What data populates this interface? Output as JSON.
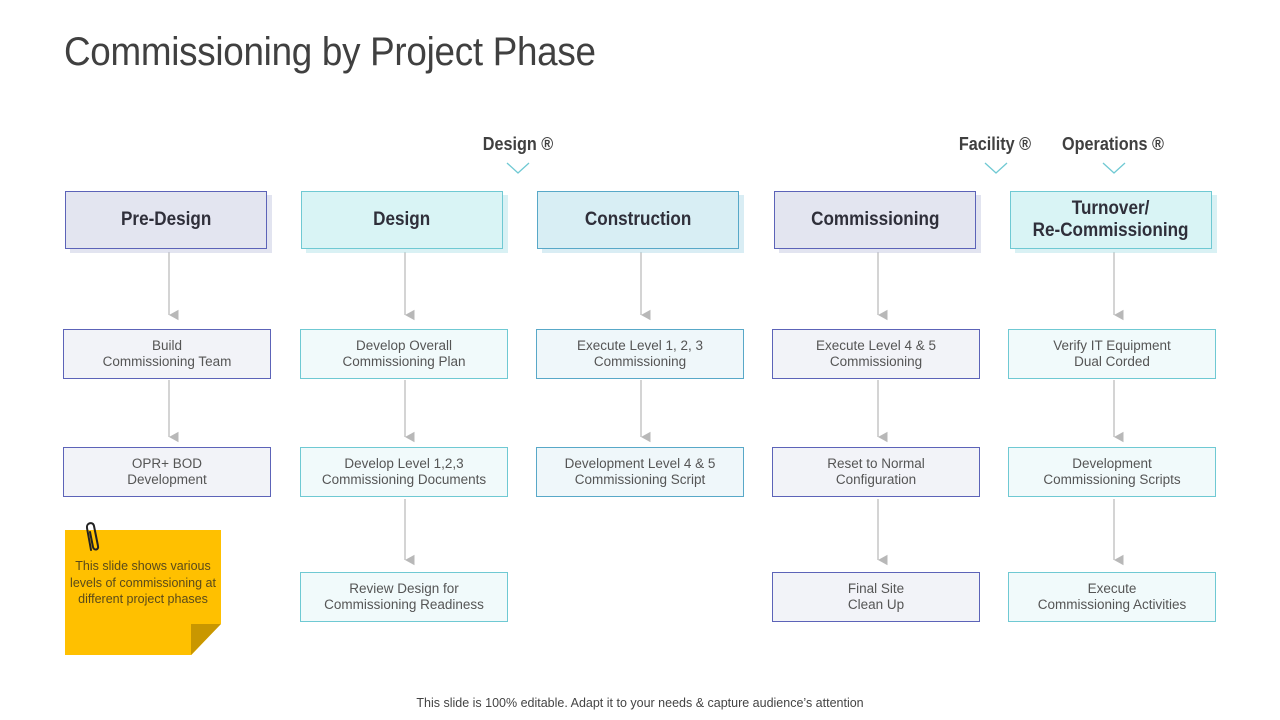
{
  "title": "Commissioning by Project Phase",
  "milestones": [
    "Design ®",
    "Facility ®",
    "Operations ®"
  ],
  "phases": [
    {
      "label": "Pre-Design"
    },
    {
      "label": "Design"
    },
    {
      "label": "Construction"
    },
    {
      "label": "Commissioning"
    },
    {
      "label": "Turnover/\nRe-Commissioning"
    }
  ],
  "tasks": {
    "pre_design": [
      "Build\nCommissioning Team",
      "OPR+ BOD\nDevelopment"
    ],
    "design": [
      "Develop Overall\nCommissioning Plan",
      "Develop Level 1,2,3\nCommissioning Documents",
      "Review Design for\nCommissioning Readiness"
    ],
    "construction": [
      "Execute Level 1, 2, 3\nCommissioning",
      "Development Level 4 & 5\nCommissioning Script"
    ],
    "commissioning": [
      "Execute Level 4 & 5\nCommissioning",
      "Reset to Normal\nConfiguration",
      "Final Site\nClean Up"
    ],
    "turnover": [
      "Verify IT Equipment\nDual Corded",
      "Development\nCommissioning Scripts",
      "Execute\nCommissioning Activities"
    ]
  },
  "note": "This slide shows various levels of commissioning at different project phases",
  "footer": "This slide is 100% editable. Adapt it to your needs & capture audience’s attention",
  "colors": {
    "indigo": "#5c63b8",
    "cyan": "#6fc9d3",
    "blue": "#58a8c8",
    "note": "#ffc000"
  }
}
